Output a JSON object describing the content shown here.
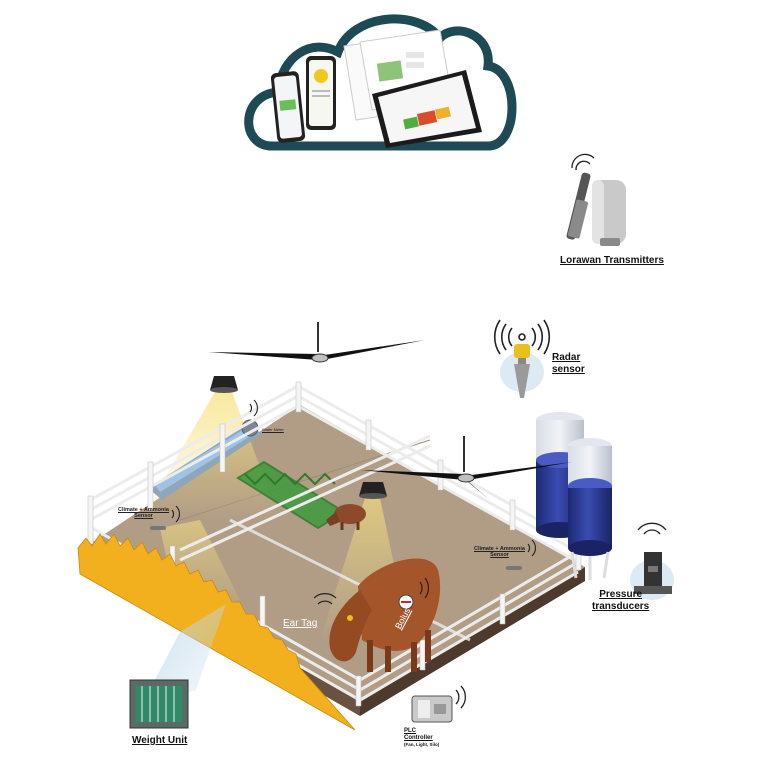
{
  "labels": {
    "lorawan": "Lorawan Transmitters",
    "radar_line1": "Radar",
    "radar_line2": "sensor",
    "pressure_line1": "Pressure",
    "pressure_line2": "transducers",
    "weight_unit": "Weight Unit",
    "plc_line1": "PLC",
    "plc_line2": "Controller",
    "plc_sub": "(Fan, Light, Silo)",
    "ear_tag": "Ear Tag",
    "bolus": "Bolus",
    "water_meter": "Water Meter",
    "climate_left_line1": "Climate + Ammonia",
    "climate_left_line2": "Sensor",
    "climate_right_line1": "Climate + Ammonia",
    "climate_right_line2": "Sensor"
  },
  "colors": {
    "cloud_outline": "#1e4a55",
    "floor": "#b19d86",
    "floor_edge": "#5a4534",
    "fence": "#e9e9e9",
    "hay": "#f2b01e",
    "silo_blue": "#27358a",
    "silo_glass": "#c8cdd8",
    "cow": "#a5552a",
    "feeder_green": "#3e9a3c",
    "water_blue": "#9fc3e6",
    "light_cone": "#f8e69a",
    "radar_yellow": "#e8c21a"
  },
  "icons": [
    "cloud-icon",
    "phone-icon",
    "tablet-icon",
    "wifi-icon",
    "fan-icon",
    "lamp-icon",
    "silo-icon",
    "cow-icon"
  ]
}
